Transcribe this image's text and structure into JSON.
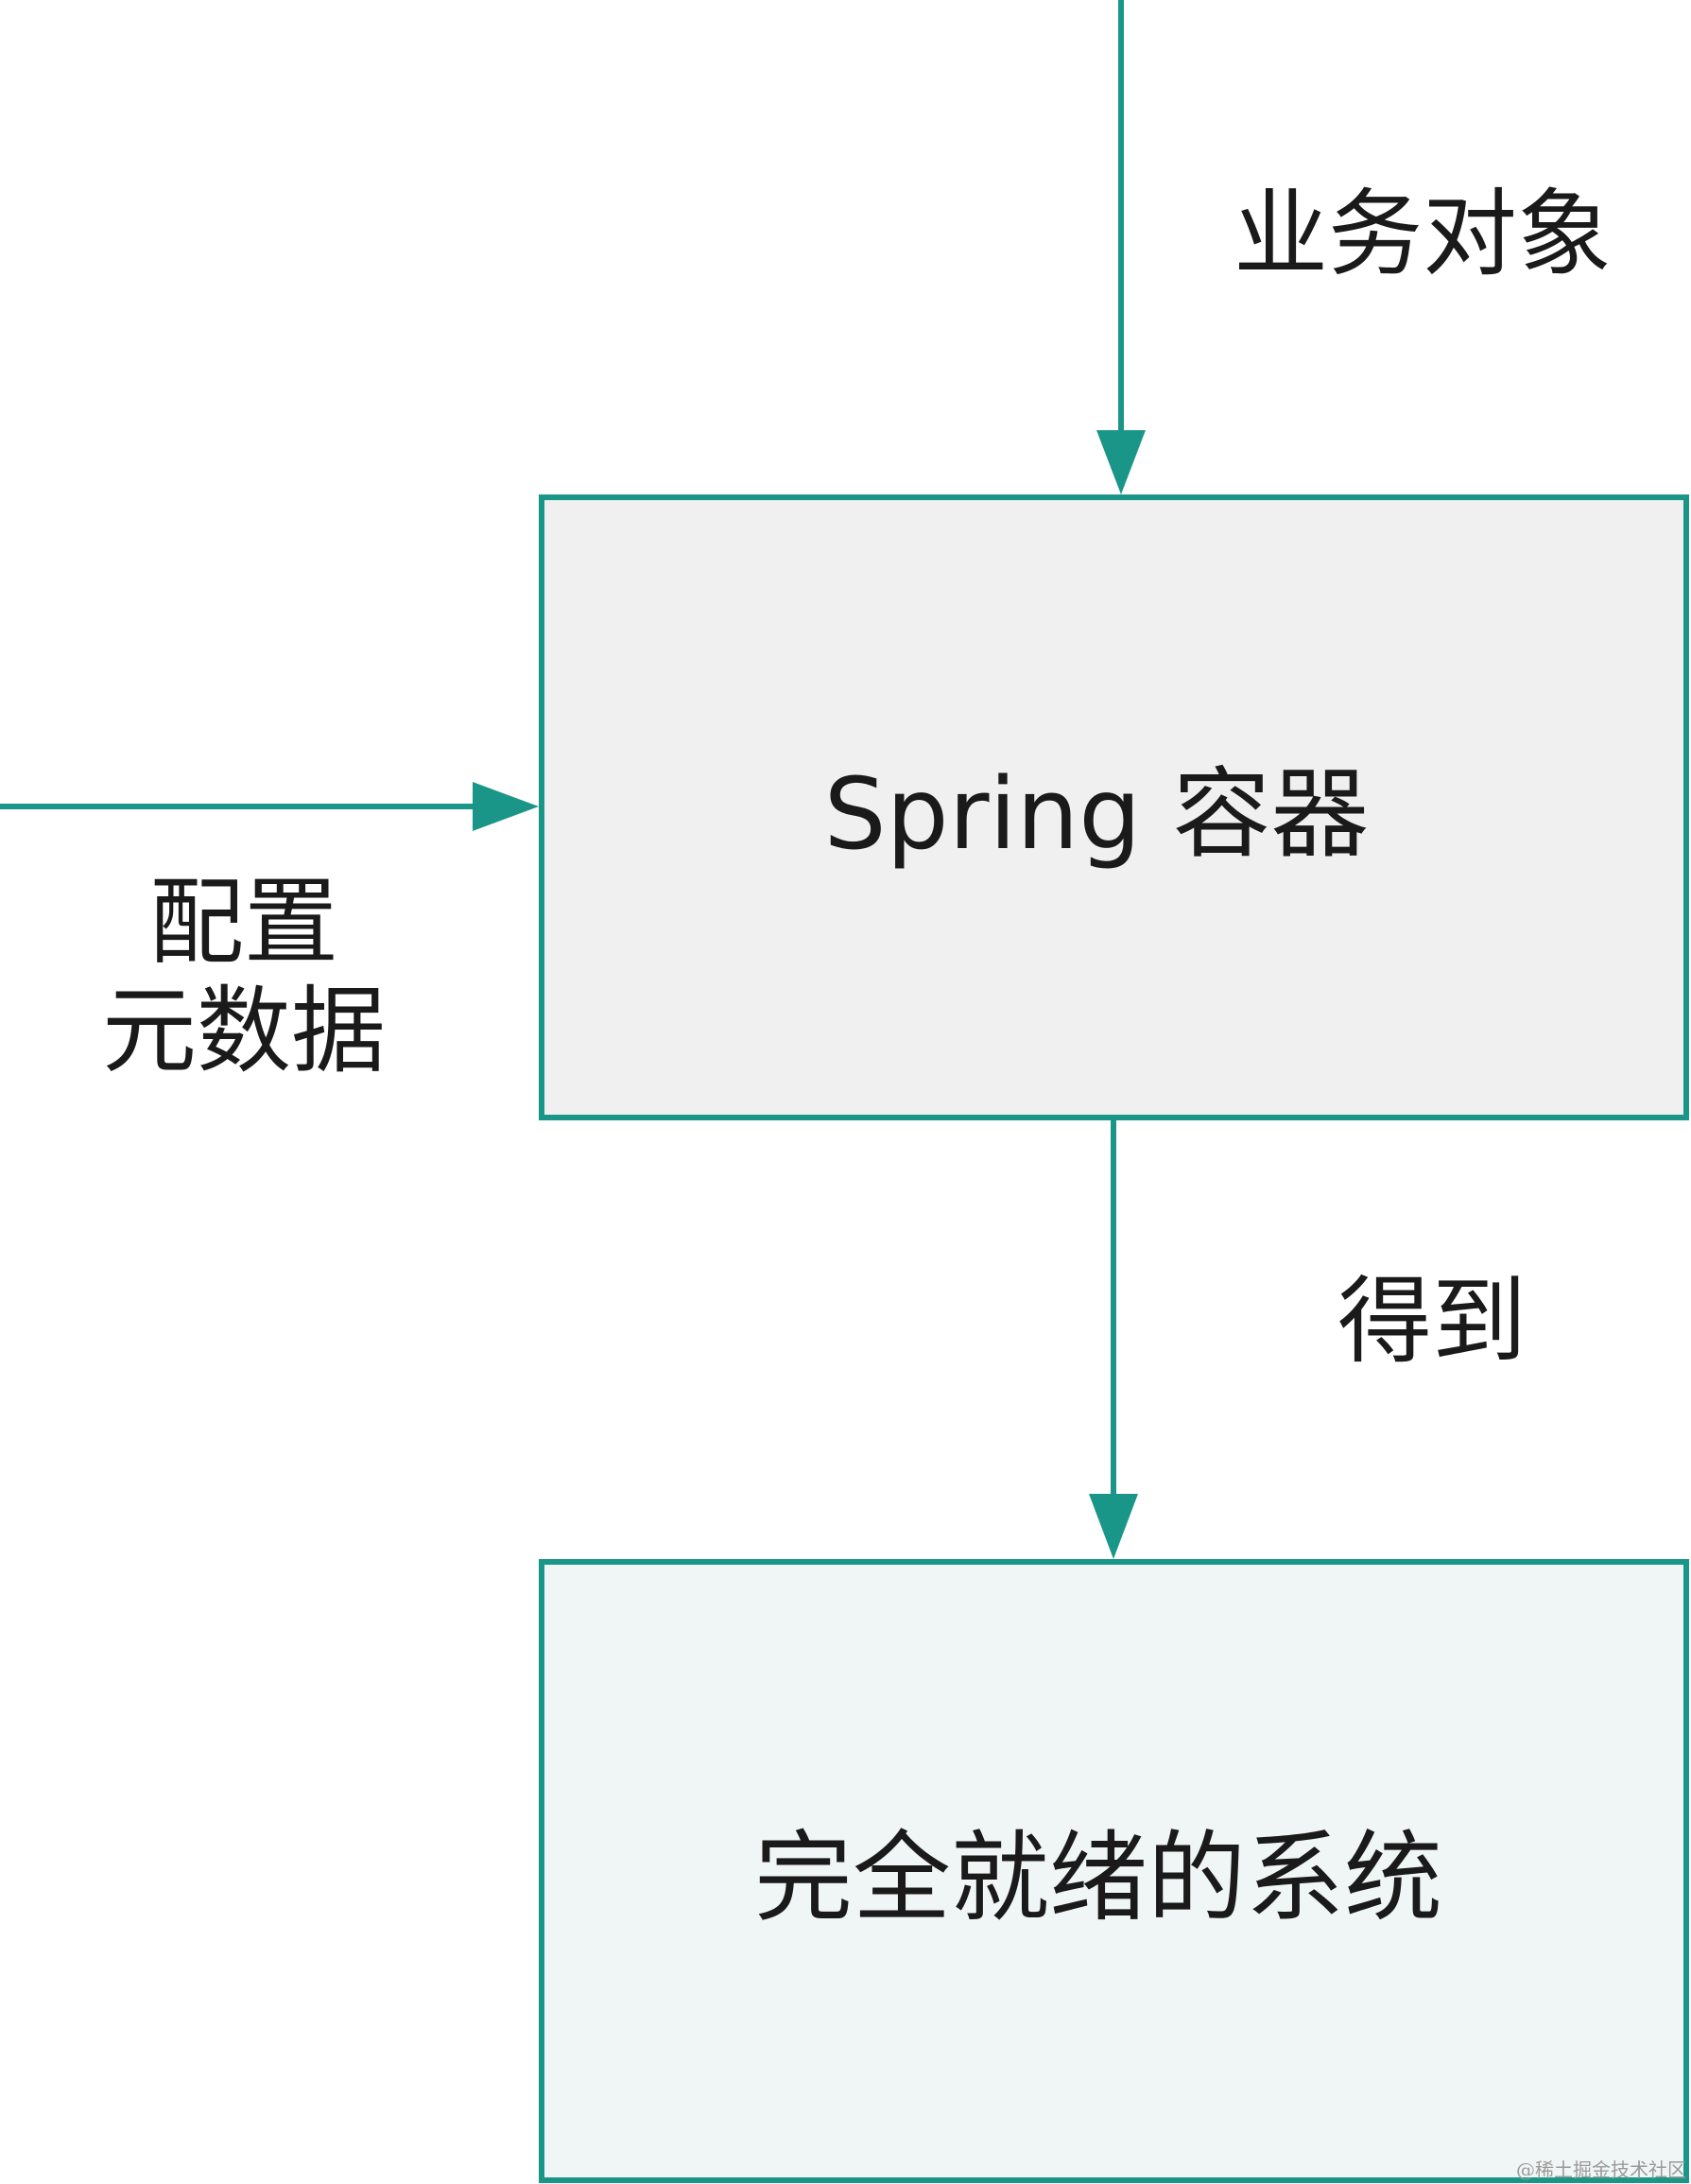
{
  "colors": {
    "accent": "#1a9688",
    "box_fill_top": "#f0f0f0",
    "box_fill_bottom": "#f0f6f5",
    "text": "#1a1a1a",
    "watermark": "#9a9a9a"
  },
  "nodes": {
    "container_label": "Spring 容器",
    "system_label": "完全就绪的系统"
  },
  "edges": {
    "business_objects": "业务对象",
    "config_metadata_line1": "配置",
    "config_metadata_line2": "元数据",
    "obtain": "得到"
  },
  "watermark": "@稀土掘金技术社区"
}
